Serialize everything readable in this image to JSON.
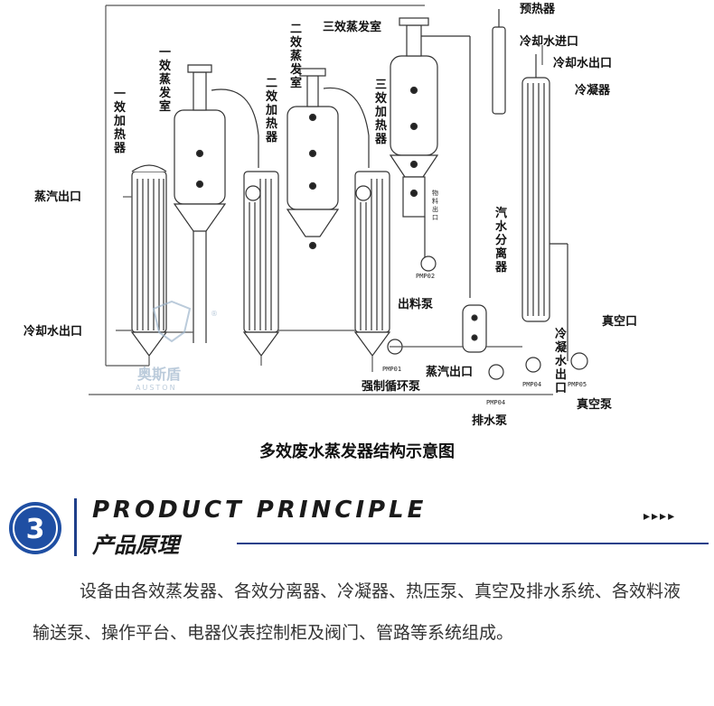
{
  "diagram": {
    "labels": {
      "preheater": "预热器",
      "cooling_water_in": "冷却水进口",
      "cooling_water_out_top": "冷却水出口",
      "condenser": "冷凝器",
      "third_evap_room": "三效蒸发室",
      "second_evap_room": "二效蒸发室",
      "first_evap_room": "一效蒸发室",
      "first_heater": "一效加热器",
      "second_heater": "二效加热器",
      "third_heater": "三效加热器",
      "steam_outlet_left": "蒸汽出口",
      "cooling_water_outlet_left": "冷却水出口",
      "material_outlet": "物料出口",
      "discharge_pump": "出料泵",
      "steam_water_separator": "汽水分离器",
      "vacuum_port": "真空口",
      "condensate_outlet": "冷凝水出口",
      "steam_outlet_bottom": "蒸汽出口",
      "forced_circulation_pump": "强制循环泵",
      "drain_pump": "排水泵",
      "vacuum_pump": "真空泵"
    },
    "pump_codes": [
      "PMP01",
      "PMP02",
      "PMP04",
      "PMP04",
      "PMP05"
    ],
    "watermark": {
      "cn": "奥斯盾",
      "en": "AUSTON"
    }
  },
  "caption": "多效废水蒸发器结构示意图",
  "section": {
    "number": "3",
    "title_en": "PRODUCT PRINCIPLE",
    "title_cn": "产品原理",
    "arrows": "▸▸▸▸"
  },
  "body_text": "设备由各效蒸发器、各效分离器、冷凝器、热压泵、真空及排水系统、各效料液输送泵、操作平台、电器仪表控制柜及阀门、管路等系统组成。",
  "colors": {
    "accent": "#1f3f8a",
    "badge_blue": "#1f4fa3"
  }
}
